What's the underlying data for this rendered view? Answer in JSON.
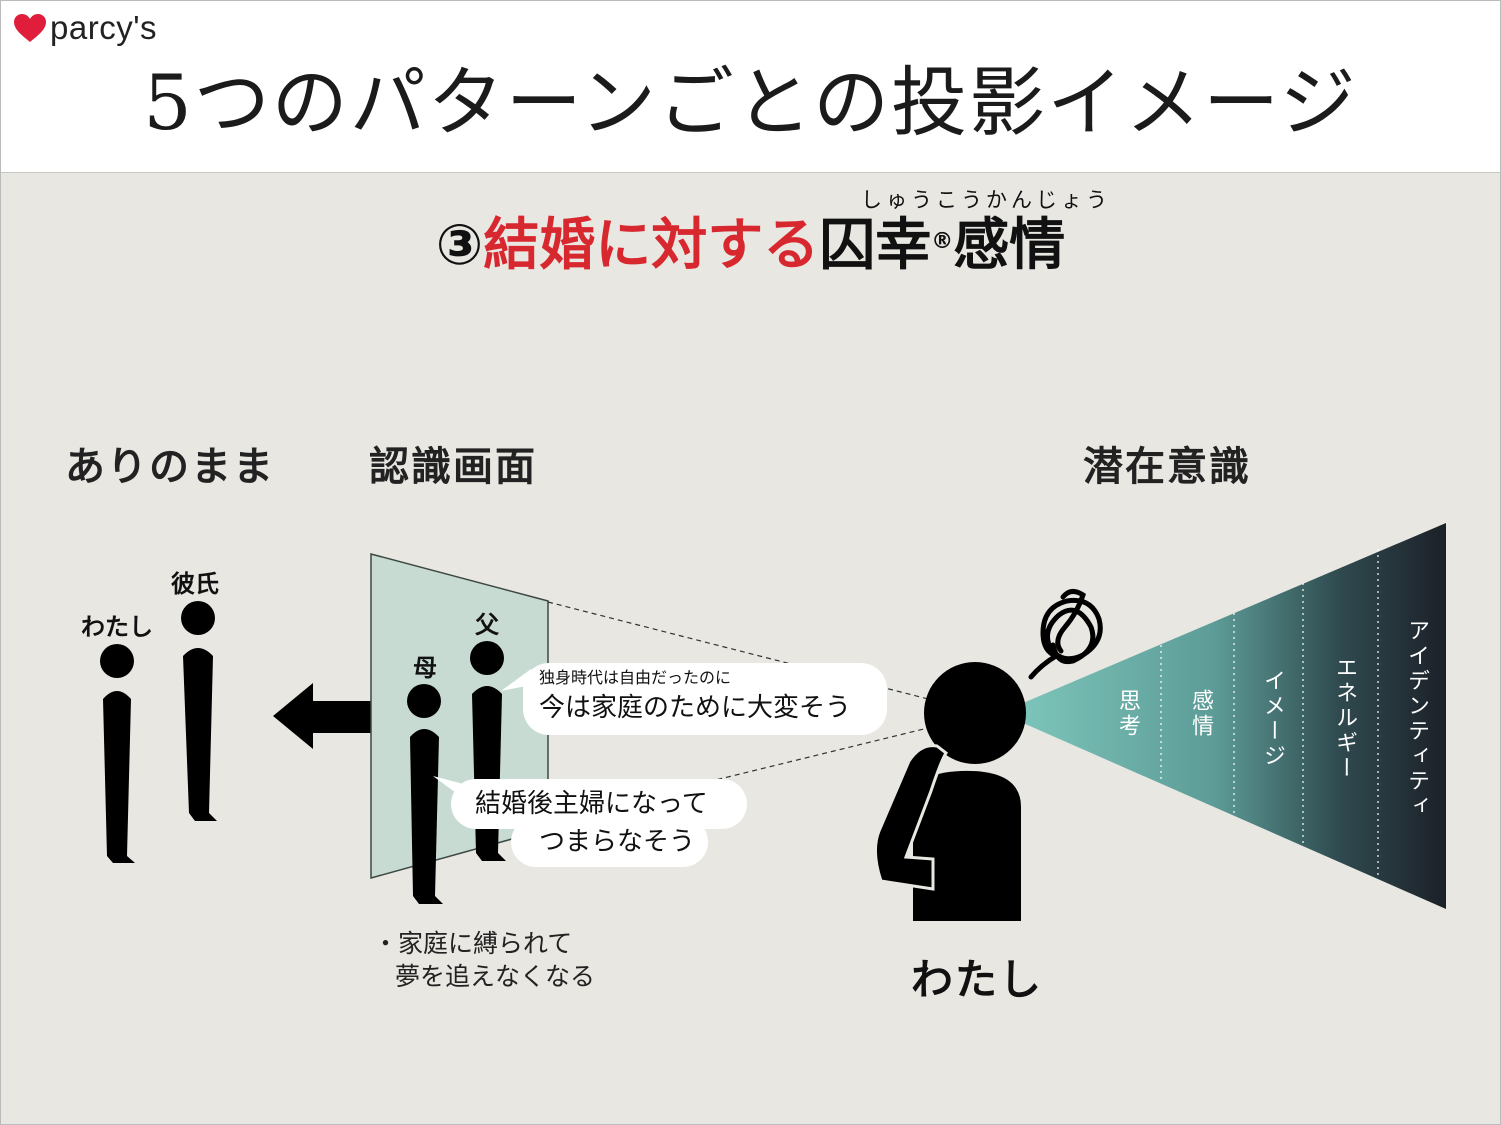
{
  "brand": {
    "name": "parcy's",
    "color": "#e01e3c"
  },
  "title": "5つのパターンごとの投影イメージ",
  "subtitle": {
    "number": "③",
    "red_text": "結婚に対する",
    "black_text": "囚幸",
    "registered": "®",
    "black_tail": "感情",
    "furigana": "しゅうこうかんじょう",
    "accent_color": "#d8282f"
  },
  "sections": {
    "as_is": "ありのまま",
    "recognition_screen": "認識画面",
    "subconscious": "潜在意識"
  },
  "figures": {
    "me_small": "わたし",
    "boyfriend": "彼氏",
    "mother": "母",
    "father": "父",
    "me_main": "わたし"
  },
  "bubbles": {
    "top_small": "独身時代は自由だったのに",
    "top_main": "今は家庭のために大変そう",
    "bottom_line1": "結婚後主婦になって",
    "bottom_line2": "つまらなそう"
  },
  "note": {
    "bullet": "・",
    "line1": "家庭に縛られて",
    "line2": "夢を追えなくなる"
  },
  "cone_layers": [
    "思考",
    "感情",
    "イメージ",
    "エネルギー",
    "アイデンティティ"
  ],
  "colors": {
    "screen": "#c8dbd3",
    "cone_start": "#78bfb6",
    "cone_end": "#1e222a",
    "background": "#e9e7e2"
  }
}
